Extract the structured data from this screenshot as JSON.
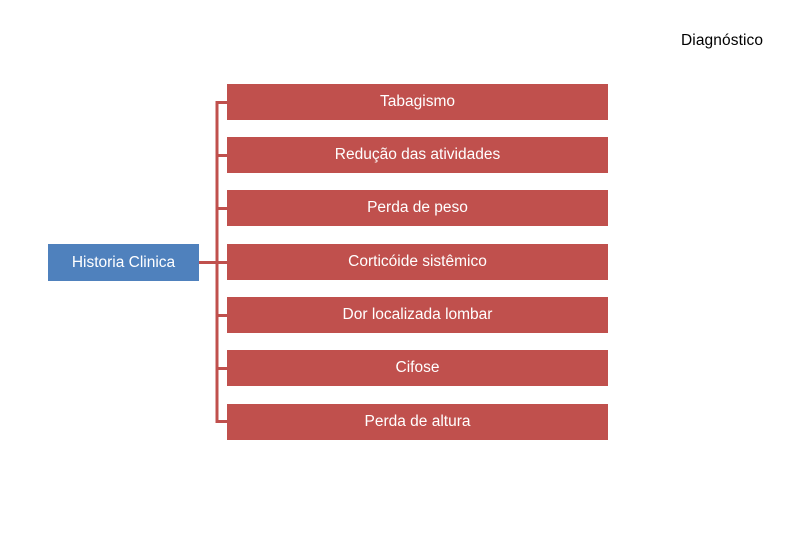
{
  "diagram": {
    "title": "Diagnóstico",
    "type": "hierarchy-horizontal",
    "colors": {
      "root_fill": "#4F81BD",
      "child_fill": "#C0504D",
      "connector": "#C0504D",
      "node_text": "#FFFFFF",
      "title_text": "#000000",
      "background": "#FFFFFF"
    },
    "root": {
      "label": "Historia Clinica"
    },
    "children": [
      {
        "label": "Tabagismo"
      },
      {
        "label": "Redução das atividades"
      },
      {
        "label": "Perda de peso"
      },
      {
        "label": "Corticóide sistêmico"
      },
      {
        "label": "Dor localizada lombar"
      },
      {
        "label": "Cifose"
      },
      {
        "label": "Perda de altura"
      }
    ]
  }
}
